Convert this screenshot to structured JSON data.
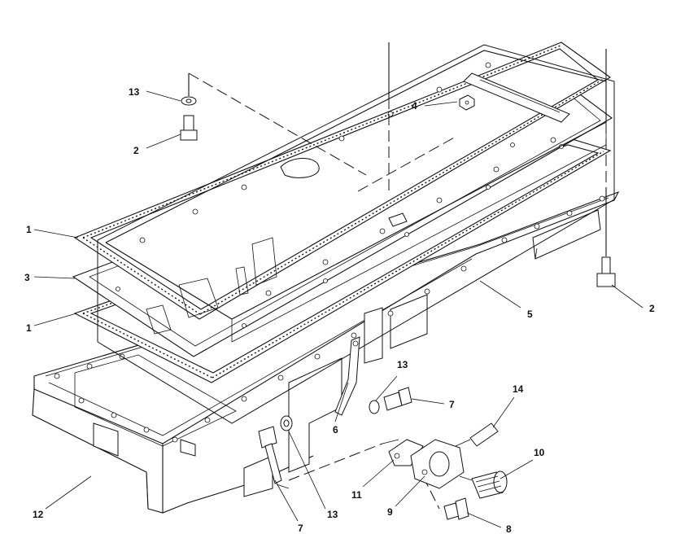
{
  "callouts": [
    {
      "id": "callout-13-top",
      "text": "13"
    },
    {
      "id": "callout-2-top",
      "text": "2"
    },
    {
      "id": "callout-4",
      "text": "4"
    },
    {
      "id": "callout-1-upper",
      "text": "1"
    },
    {
      "id": "callout-3",
      "text": "3"
    },
    {
      "id": "callout-1-lower",
      "text": "1"
    },
    {
      "id": "callout-5",
      "text": "5"
    },
    {
      "id": "callout-2-right",
      "text": "2"
    },
    {
      "id": "callout-13-mid",
      "text": "13"
    },
    {
      "id": "callout-7-mid",
      "text": "7"
    },
    {
      "id": "callout-6",
      "text": "6"
    },
    {
      "id": "callout-14",
      "text": "14"
    },
    {
      "id": "callout-10",
      "text": "10"
    },
    {
      "id": "callout-12",
      "text": "12"
    },
    {
      "id": "callout-7-bottom",
      "text": "7"
    },
    {
      "id": "callout-13-bottom",
      "text": "13"
    },
    {
      "id": "callout-11",
      "text": "11"
    },
    {
      "id": "callout-9",
      "text": "9"
    },
    {
      "id": "callout-8",
      "text": "8"
    }
  ]
}
